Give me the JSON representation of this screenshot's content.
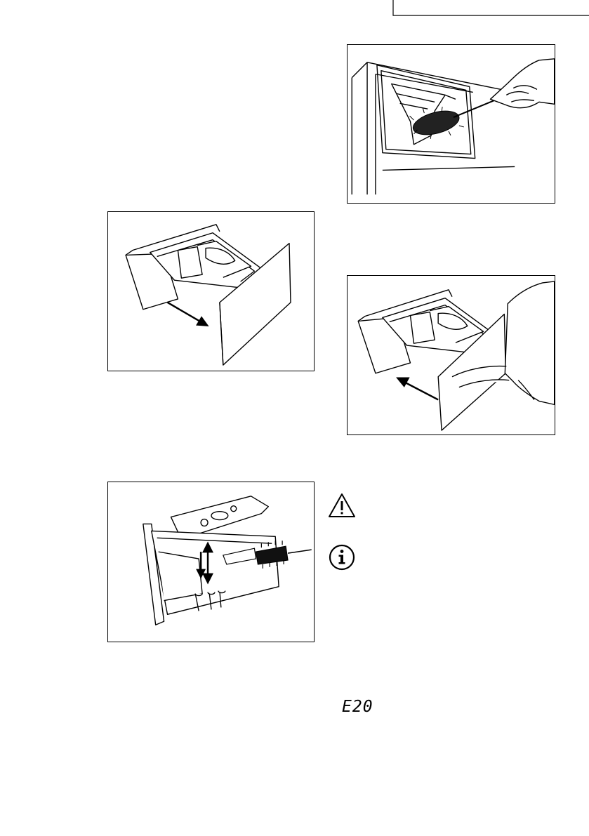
{
  "figures": {
    "brush": {
      "name": "brush-cleaning-dispenser-recess"
    },
    "pull_out": {
      "name": "pulling-out-dispenser-drawer"
    },
    "push_in": {
      "name": "pushing-in-dispenser-drawer"
    },
    "clean_insert": {
      "name": "cleaning-drawer-insert"
    }
  },
  "icons": {
    "warning": "warning-icon",
    "info": "info-icon"
  },
  "error_code": {
    "text": "E20"
  },
  "colors": {
    "ink": "#000000",
    "paper": "#ffffff"
  }
}
